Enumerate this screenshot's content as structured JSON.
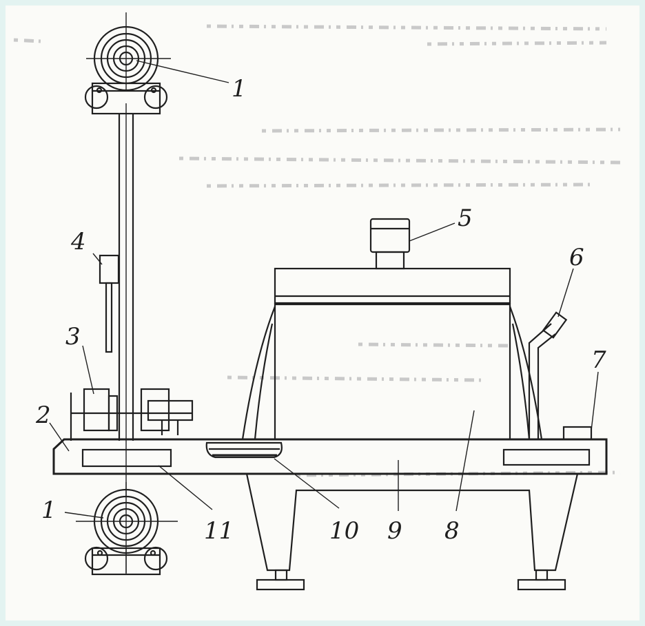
{
  "diagram": {
    "callouts": {
      "c1_top": "1",
      "c1_bottom": "1",
      "c2": "2",
      "c3": "3",
      "c4": "4",
      "c5": "5",
      "c6": "6",
      "c7": "7",
      "c8": "8",
      "c9": "9",
      "c10": "10",
      "c11": "11"
    },
    "colors": {
      "background": "#e3f3f1",
      "paper": "#fbfbf8",
      "ink": "#1f1f1f"
    }
  }
}
